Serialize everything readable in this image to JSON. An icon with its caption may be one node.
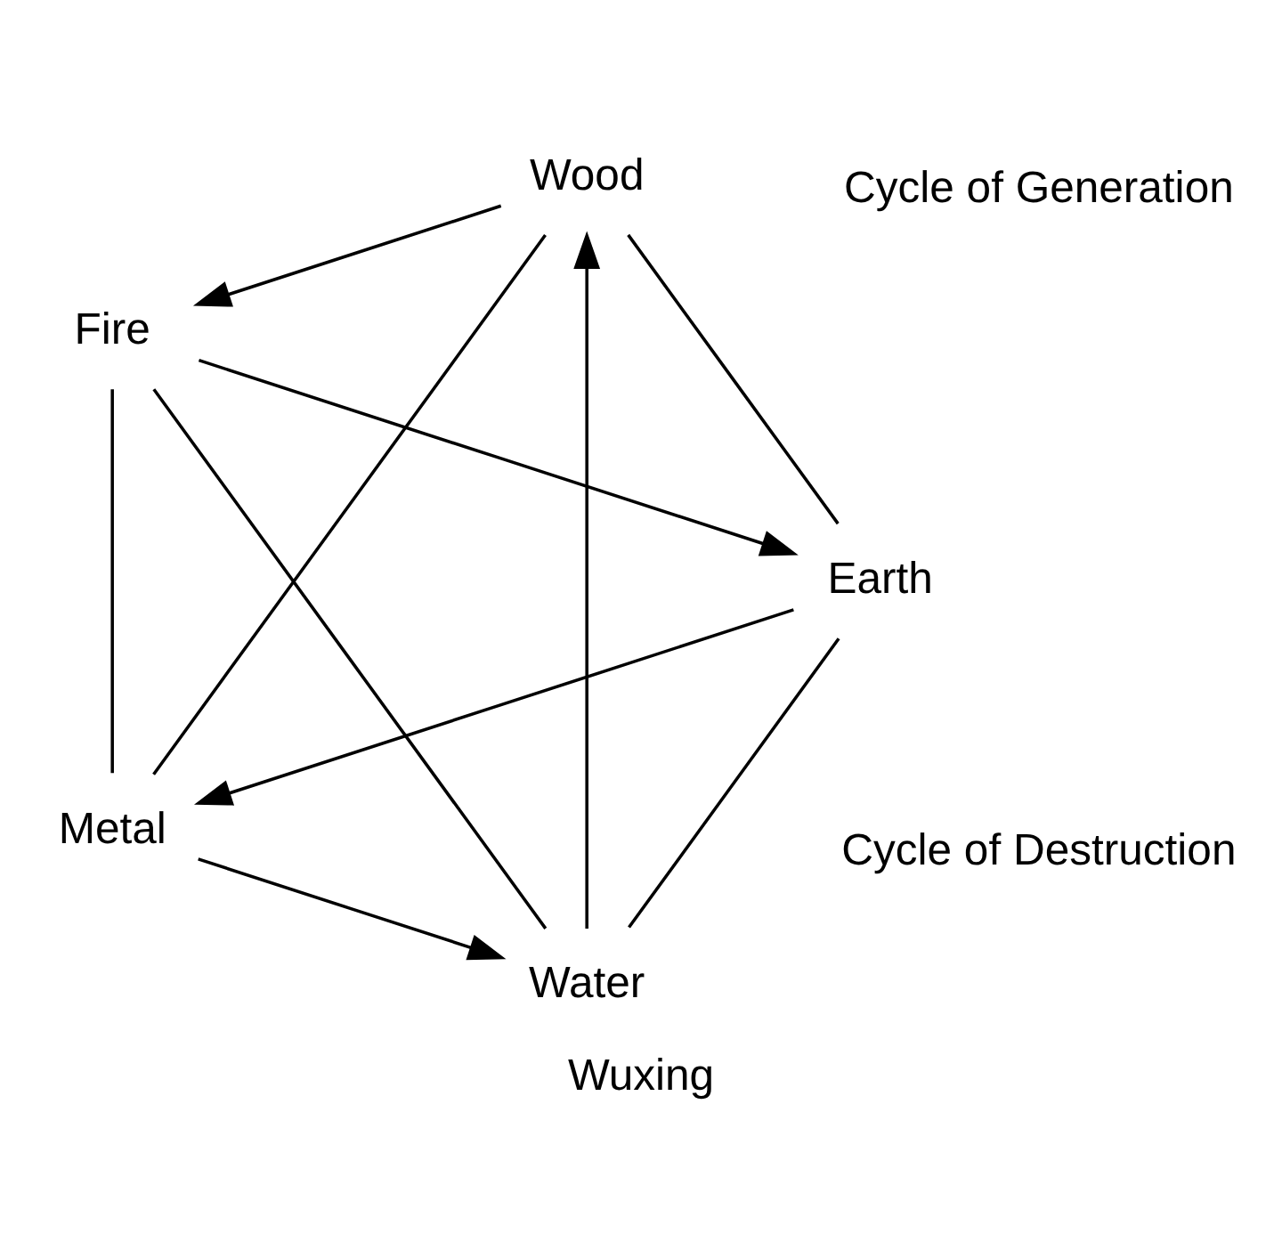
{
  "diagram": {
    "caption": "Wuxing",
    "nodes": [
      {
        "text": [
          "Water"
        ]
      },
      {
        "text": [
          "Earth"
        ]
      },
      {
        "text": [
          "Fire"
        ]
      },
      {
        "text": [
          "Wood"
        ]
      },
      {
        "text": [
          "Metal"
        ]
      }
    ],
    "edges": [
      {
        "from": 0,
        "to": 3,
        "arrow": "to"
      },
      {
        "from": 2,
        "to": 1,
        "arrow": "to"
      },
      {
        "from": 4,
        "to": 0,
        "arrow": "to"
      },
      {
        "from": 1,
        "to": 4,
        "arrow": "to"
      },
      {
        "from": 3,
        "to": 2,
        "arrow": "to"
      },
      {
        "from": 0,
        "to": 2,
        "arrow": "none"
      },
      {
        "from": 2,
        "to": 4,
        "arrow": "none"
      },
      {
        "from": 4,
        "to": 3,
        "arrow": "none"
      },
      {
        "from": 3,
        "to": 1,
        "arrow": "none"
      },
      {
        "from": 1,
        "to": 0,
        "arrow": "none"
      }
    ],
    "labels": [
      "Cycle of Destruction",
      "Cycle of Generation"
    ]
  }
}
